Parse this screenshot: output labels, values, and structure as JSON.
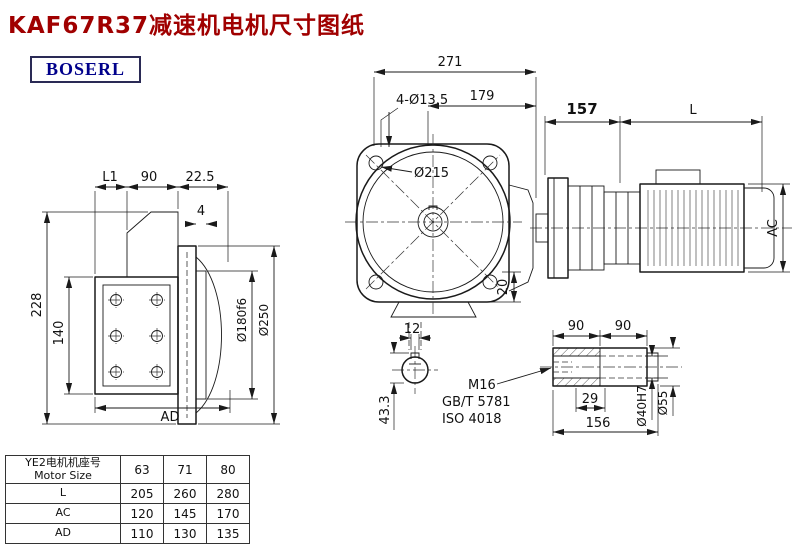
{
  "page": {
    "title": "KAF67R37减速机电机尺寸图纸",
    "title_color": "#a00000",
    "logo_text": "BOSERL",
    "logo_color": "#00008b",
    "line_color": "#1a1a1a"
  },
  "front_view": {
    "dim_271": "271",
    "dim_179": "179",
    "bolt_label": "4-Ø13.5",
    "dia_215": "Ø215",
    "dim_20": "20"
  },
  "side_view": {
    "dim_l1": "L1",
    "dim_90": "90",
    "dim_22_5": "22.5",
    "dim_4": "4",
    "dim_228": "228",
    "dim_140": "140",
    "dim_ad": "AD",
    "dia_180": "Ø180f6",
    "dia_250": "Ø250"
  },
  "motor_view": {
    "dim_157": "157",
    "dim_l": "L",
    "dim_ac": "AC"
  },
  "shaft_end_view": {
    "dim_12": "12",
    "dim_43_3": "43.3"
  },
  "shaft_detail": {
    "dim_90_left": "90",
    "dim_90_right": "90",
    "label_m16": "M16",
    "label_gbt": "GB/T 5781",
    "label_iso": "ISO 4018",
    "dim_29": "29",
    "dim_156": "156",
    "dia_40": "Ø40H7",
    "dia_55": "Ø55"
  },
  "table": {
    "header": {
      "col0_line1": "YE2电机机座号",
      "col0_line2": "Motor Size",
      "col1": "63",
      "col2": "71",
      "col3": "80"
    },
    "rows": [
      {
        "label": "L",
        "v1": "205",
        "v2": "260",
        "v3": "280"
      },
      {
        "label": "AC",
        "v1": "120",
        "v2": "145",
        "v3": "170"
      },
      {
        "label": "AD",
        "v1": "110",
        "v2": "130",
        "v3": "135"
      }
    ]
  }
}
